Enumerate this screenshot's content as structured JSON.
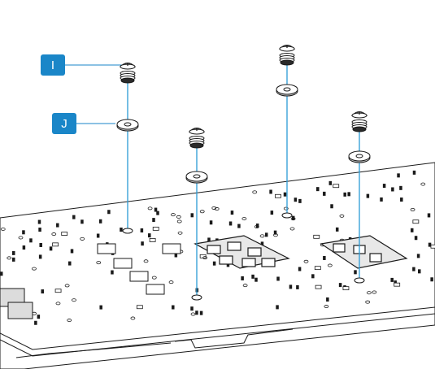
{
  "callouts": {
    "screw_label": "I",
    "washer_label": "J"
  },
  "colors": {
    "callout_fill": "#1a86c8",
    "guide_line": "#2b9bd6",
    "line_art": "#1a1a1a",
    "background": "#ffffff"
  },
  "fasteners": {
    "count": 4,
    "screw_icon": "pan-head-screw-with-spring-washer-icon",
    "washer_icon": "flat-washer-icon"
  }
}
